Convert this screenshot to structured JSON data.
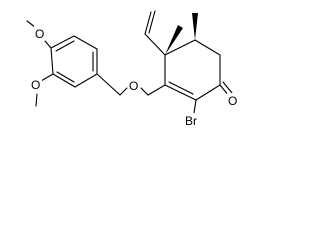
{
  "structure": {
    "atom_labels": {
      "o_methoxy_top": "O",
      "o_methoxy_left": "O",
      "o_ether": "O",
      "o_ketone": "O",
      "br": "Br"
    }
  }
}
